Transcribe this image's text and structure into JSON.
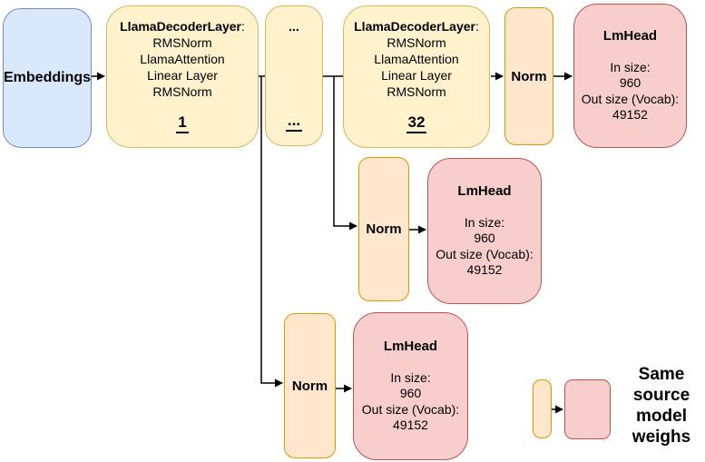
{
  "diagram": {
    "embeddings": {
      "label": "Embeddings"
    },
    "decoder_1": {
      "title": "LlamaDecoderLayer",
      "colon": ":",
      "lines": [
        "RMSNorm",
        "LlamaAttention",
        "Linear Layer",
        "RMSNorm"
      ],
      "index": "1"
    },
    "ellipsis": {
      "top": "...",
      "index": "..."
    },
    "decoder_32": {
      "title": "LlamaDecoderLayer",
      "colon": ":",
      "lines": [
        "RMSNorm",
        "LlamaAttention",
        "Linear Layer",
        "RMSNorm"
      ],
      "index": "32"
    },
    "norm_top": {
      "label": "Norm"
    },
    "norm_middle": {
      "label": "Norm"
    },
    "norm_bottom": {
      "label": "Norm"
    },
    "lmhead_top": {
      "title": "LmHead",
      "lines": [
        "In size:",
        "960",
        "Out size (Vocab):",
        "49152"
      ]
    },
    "lmhead_middle": {
      "title": "LmHead",
      "lines": [
        "In size:",
        "960",
        "Out size (Vocab):",
        "49152"
      ]
    },
    "lmhead_bottom": {
      "title": "LmHead",
      "lines": [
        "In size:",
        "960",
        "Out size (Vocab):",
        "49152"
      ]
    },
    "legend": {
      "caption": "Same source model weighs"
    }
  },
  "colors": {
    "embeddings_fill": "#dae8fc",
    "embeddings_stroke": "#6c8ebf",
    "decoder_fill": "#fff2cc",
    "decoder_stroke": "#d6b656",
    "norm_fill": "#ffe6cc",
    "norm_stroke": "#d79b00",
    "lmhead_fill": "#f8cecc",
    "lmhead_stroke": "#b85450",
    "connector": "#000000",
    "background": "#ffffff"
  }
}
